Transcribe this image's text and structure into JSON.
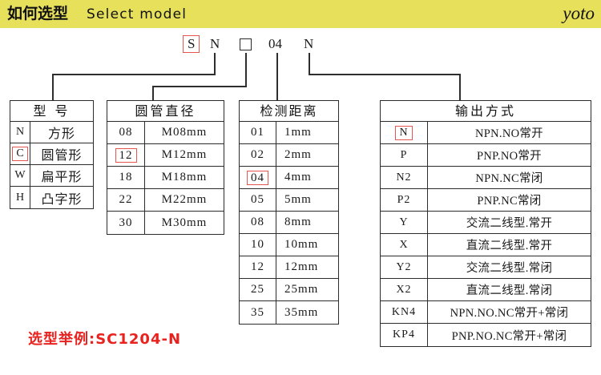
{
  "header": {
    "title_cn": "如何选型",
    "title_en": "Select  model",
    "brand": "yoto",
    "bg_color": "#e6e05a"
  },
  "code_row": {
    "tokens": [
      {
        "text": "S",
        "highlighted": true
      },
      {
        "text": "N",
        "highlighted": false
      },
      {
        "text": "",
        "highlighted": false,
        "shape": "empty-square"
      },
      {
        "text": "04",
        "highlighted": false
      },
      {
        "text": "N",
        "highlighted": false
      }
    ]
  },
  "highlight_color": "#e8554e",
  "tables": [
    {
      "id": "model",
      "header": "型 号",
      "rows": [
        {
          "code": "N",
          "desc": "方形",
          "highlighted": false
        },
        {
          "code": "C",
          "desc": "圆管形",
          "highlighted": true
        },
        {
          "code": "W",
          "desc": "扁平形",
          "highlighted": false
        },
        {
          "code": "H",
          "desc": "凸字形",
          "highlighted": false
        }
      ]
    },
    {
      "id": "diameter",
      "header": "圆管直径",
      "rows": [
        {
          "code": "08",
          "desc": "M08mm",
          "highlighted": false
        },
        {
          "code": "12",
          "desc": "M12mm",
          "highlighted": true
        },
        {
          "code": "18",
          "desc": "M18mm",
          "highlighted": false
        },
        {
          "code": "22",
          "desc": "M22mm",
          "highlighted": false
        },
        {
          "code": "30",
          "desc": "M30mm",
          "highlighted": false
        }
      ]
    },
    {
      "id": "distance",
      "header": "检测距离",
      "rows": [
        {
          "code": "01",
          "desc": "1mm",
          "highlighted": false
        },
        {
          "code": "02",
          "desc": "2mm",
          "highlighted": false
        },
        {
          "code": "04",
          "desc": "4mm",
          "highlighted": true
        },
        {
          "code": "05",
          "desc": "5mm",
          "highlighted": false
        },
        {
          "code": "08",
          "desc": "8mm",
          "highlighted": false
        },
        {
          "code": "10",
          "desc": "10mm",
          "highlighted": false
        },
        {
          "code": "12",
          "desc": "12mm",
          "highlighted": false
        },
        {
          "code": "25",
          "desc": "25mm",
          "highlighted": false
        },
        {
          "code": "35",
          "desc": "35mm",
          "highlighted": false
        }
      ]
    },
    {
      "id": "output",
      "header": "输出方式",
      "rows": [
        {
          "code": "N",
          "desc": "NPN.NO常开",
          "highlighted": true
        },
        {
          "code": "P",
          "desc": "PNP.NO常开",
          "highlighted": false
        },
        {
          "code": "N2",
          "desc": "NPN.NC常闭",
          "highlighted": false
        },
        {
          "code": "P2",
          "desc": "PNP.NC常闭",
          "highlighted": false
        },
        {
          "code": "Y",
          "desc": "交流二线型.常开",
          "highlighted": false
        },
        {
          "code": "X",
          "desc": "直流二线型.常开",
          "highlighted": false
        },
        {
          "code": "Y2",
          "desc": "交流二线型.常闭",
          "highlighted": false
        },
        {
          "code": "X2",
          "desc": "直流二线型.常闭",
          "highlighted": false
        },
        {
          "code": "KN4",
          "desc": "NPN.NO.NC常开+常闭",
          "highlighted": false
        },
        {
          "code": "KP4",
          "desc": "PNP.NO.NC常开+常闭",
          "highlighted": false
        }
      ]
    }
  ],
  "example": {
    "text": "选型举例:SC1204-N",
    "color": "#e8231f"
  }
}
